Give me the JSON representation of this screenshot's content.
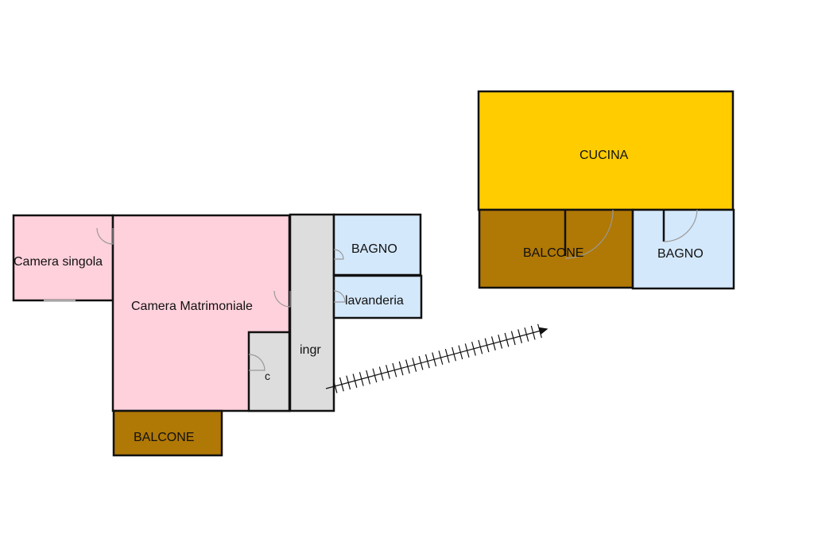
{
  "rooms": {
    "camera_singola": {
      "label": "Camera singola",
      "color": "#FFD1DC"
    },
    "camera_matrimoniale": {
      "label": "Camera Matrimoniale",
      "color": "#FFD1DC"
    },
    "closet": {
      "label": "c",
      "color": "#DDDDDD"
    },
    "ingresso": {
      "label": "ingr",
      "color": "#DDDDDD"
    },
    "bagno_1": {
      "label": "BAGNO",
      "color": "#D4E8FB"
    },
    "lavanderia": {
      "label": "lavanderia",
      "color": "#D4E8FB"
    },
    "balcone_1": {
      "label": "BALCONE",
      "color": "#B07805"
    },
    "cucina": {
      "label": "CUCINA",
      "color": "#FFCC00"
    },
    "balcone_2": {
      "label": "BALCONE",
      "color": "#B07805"
    },
    "bagno_2": {
      "label": "BAGNO",
      "color": "#D4E8FB"
    }
  },
  "colors": {
    "wall": "#111111",
    "door": "#999999",
    "stair": "#111111"
  }
}
